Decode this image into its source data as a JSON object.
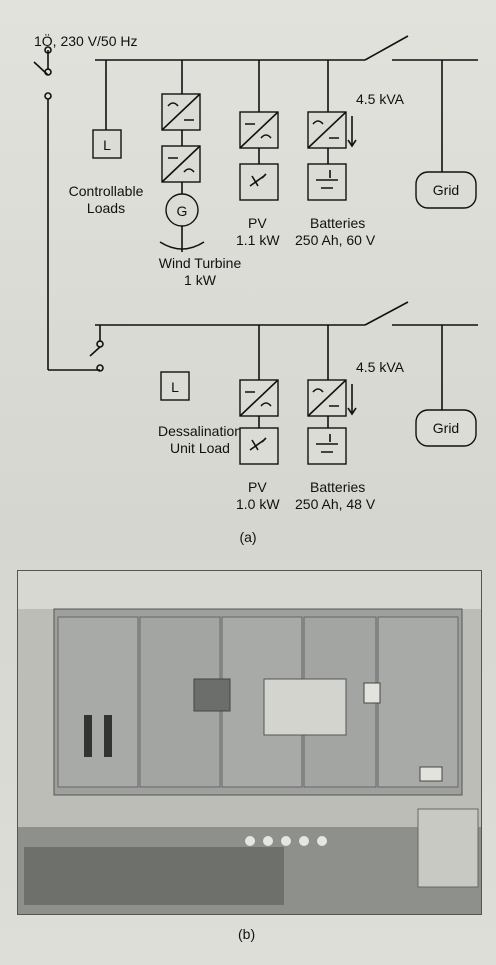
{
  "diagram_a": {
    "source_label": "1Ö, 230 V/50 Hz",
    "loads_symbol": "L",
    "loads_label_line1": "Controllable",
    "loads_label_line2": "Loads",
    "wind_label_line1": "Wind Turbine",
    "wind_label_line2": "1 kW",
    "pv_label": "PV",
    "pv_power": "1.1 kW",
    "inverter_rating": "4.5 kVA",
    "batteries_label": "Batteries",
    "batteries_spec": "250 Ah, 60 V",
    "grid_label": "Grid",
    "generator_symbol": "G"
  },
  "diagram_b": {
    "load_symbol": "L",
    "load_label_line1": "Dessalination",
    "load_label_line2": "Unit Load",
    "pv_label": "PV",
    "pv_power": "1.0 kW",
    "inverter_rating": "4.5 kVA",
    "batteries_label": "Batteries",
    "batteries_spec": "250 Ah, 48 V",
    "grid_label": "Grid"
  },
  "captions": {
    "a": "(a)",
    "b": "(b)"
  },
  "colors": {
    "paper": "#dcdcd6",
    "ink": "#111111",
    "panel": "#a7a9a6"
  }
}
